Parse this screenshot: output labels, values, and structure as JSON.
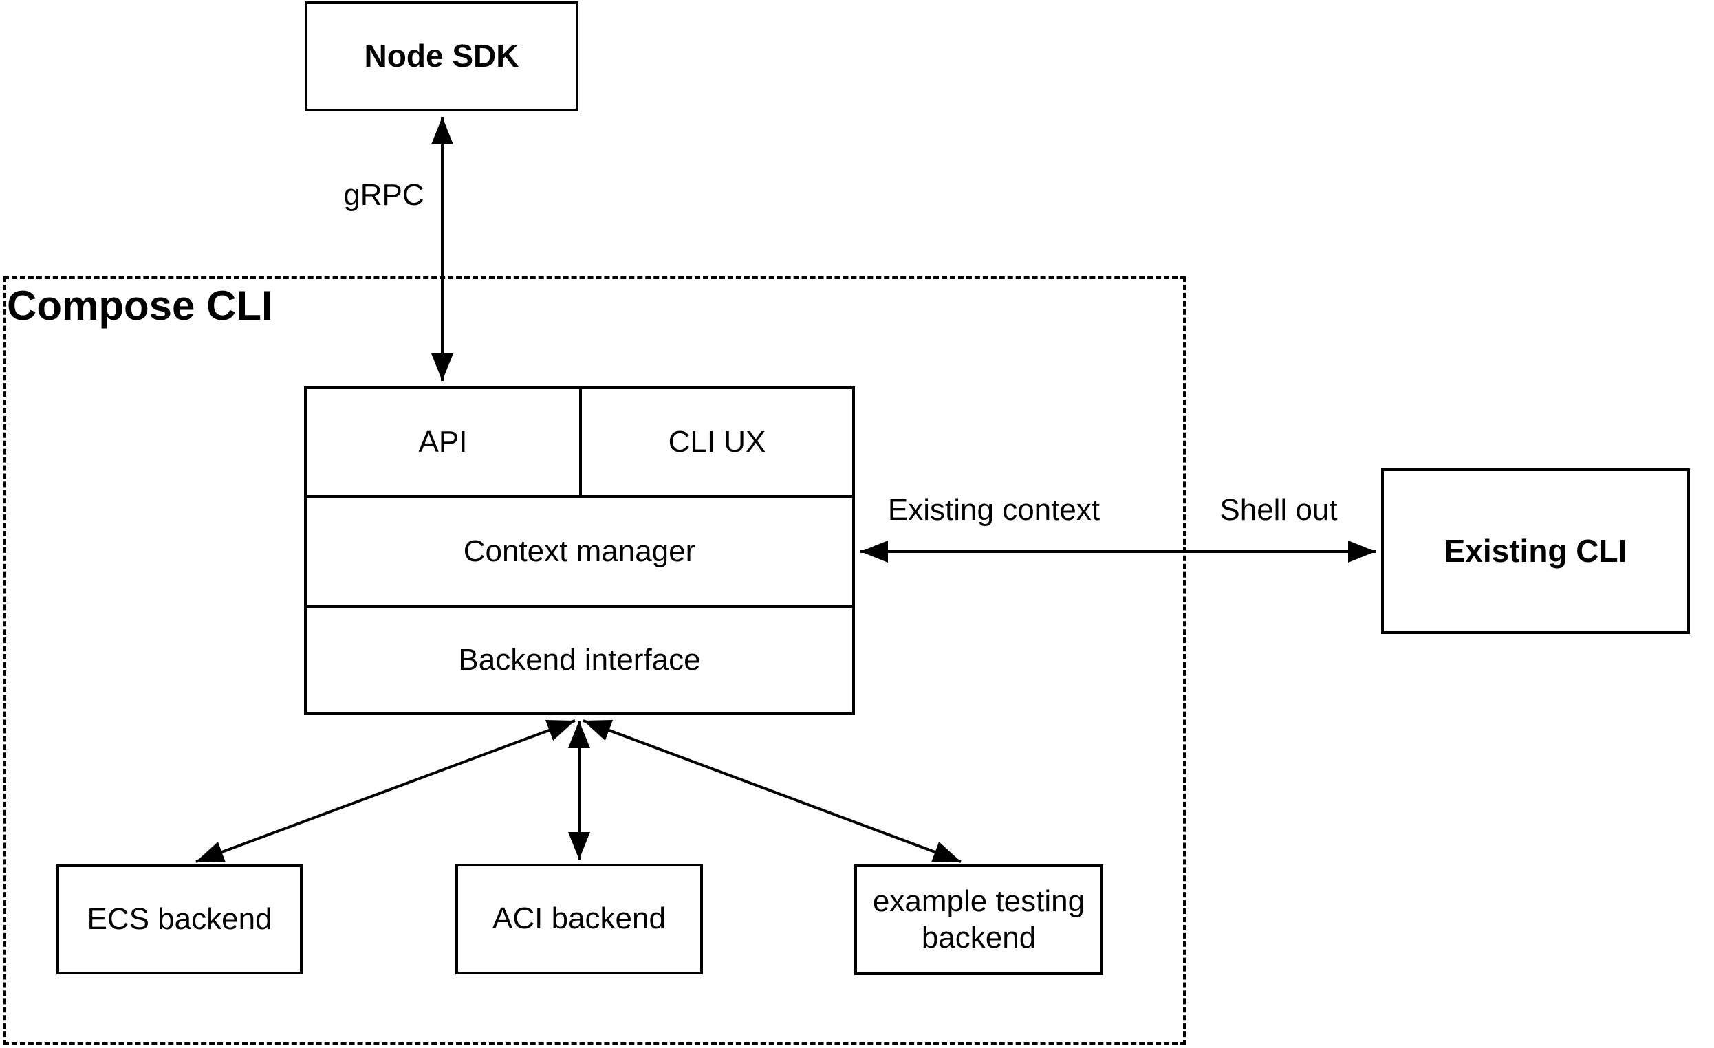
{
  "diagram": {
    "container": {
      "title": "Compose CLI"
    },
    "nodes": {
      "node_sdk": {
        "label": "Node SDK"
      },
      "api": {
        "label": "API"
      },
      "cli_ux": {
        "label": "CLI UX"
      },
      "context_manager": {
        "label": "Context manager"
      },
      "backend_interface": {
        "label": "Backend interface"
      },
      "ecs_backend": {
        "label": "ECS backend"
      },
      "aci_backend": {
        "label": "ACI backend"
      },
      "example_testing_backend": {
        "label": "example testing backend"
      },
      "existing_cli": {
        "label": "Existing CLI"
      }
    },
    "edges": {
      "grpc": {
        "label": "gRPC"
      },
      "existing_context": {
        "label": "Existing context"
      },
      "shell_out": {
        "label": "Shell out"
      }
    },
    "colors": {
      "line": "#000000",
      "background": "#ffffff",
      "text": "#000000"
    }
  }
}
